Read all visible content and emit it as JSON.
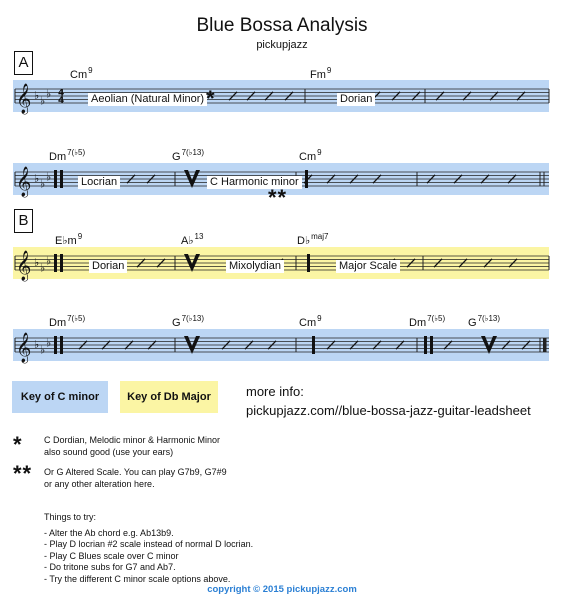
{
  "header": {
    "title": "Blue Bossa Analysis",
    "subtitle": "pickupjazz"
  },
  "colors": {
    "minor_key_band": "#bcd6f4",
    "major_key_band": "#fbf5a4",
    "accent_text": "#2a7fd4"
  },
  "systems": [
    {
      "section": "A",
      "chords": [
        {
          "root": "Cm",
          "ext": "9"
        },
        {
          "root": "Fm",
          "ext": "9"
        }
      ],
      "scales": [
        "Aeolian (Natural Minor)",
        "Dorian"
      ],
      "marker": "*",
      "time_signature": [
        "4",
        "4"
      ]
    },
    {
      "section": "",
      "chords": [
        {
          "root": "Dm",
          "ext": "7(♭5)"
        },
        {
          "root": "G",
          "ext": "7(♭13)"
        },
        {
          "root": "Cm",
          "ext": "9"
        }
      ],
      "scales": [
        "Locrian",
        "C Harmonic minor"
      ],
      "marker": "**"
    },
    {
      "section": "B",
      "chords": [
        {
          "root": "E♭m",
          "ext": "9"
        },
        {
          "root": "A♭",
          "ext": "13"
        },
        {
          "root": "D♭",
          "ext": "maj7"
        }
      ],
      "scales": [
        "Dorian",
        "Mixolydian",
        "Major Scale"
      ]
    },
    {
      "section": "",
      "chords": [
        {
          "root": "Dm",
          "ext": "7(♭5)"
        },
        {
          "root": "G",
          "ext": "7(♭13)"
        },
        {
          "root": "Cm",
          "ext": "9"
        },
        {
          "root": "Dm",
          "ext": "7(♭5)"
        },
        {
          "root": "G",
          "ext": "7(♭13)"
        }
      ],
      "scales": []
    }
  ],
  "legend": {
    "minor": "Key of C minor",
    "major": "Key of Db Major"
  },
  "more_info": {
    "label": "more info:",
    "url": "pickupjazz.com//blue-bossa-jazz-guitar-leadsheet"
  },
  "notes": [
    {
      "marker": "*",
      "text": "C Dordian, Melodic minor & Harmonic Minor also sound good (use your ears)"
    },
    {
      "marker": "**",
      "text": "Or G Altered Scale. You can play G7b9, G7#9 or any other alteration here."
    }
  ],
  "tips": {
    "heading": "Things to try:",
    "items": [
      "- Alter the Ab chord e.g. Ab13b9.",
      "- Play D locrian #2 scale instead of normal D locrian.",
      "- Play C Blues scale over C minor",
      "- Do tritone subs for G7 and Ab7.",
      "- Try the different C minor scale options above."
    ]
  },
  "copyright": "copyright © 2015 pickupjazz.com"
}
